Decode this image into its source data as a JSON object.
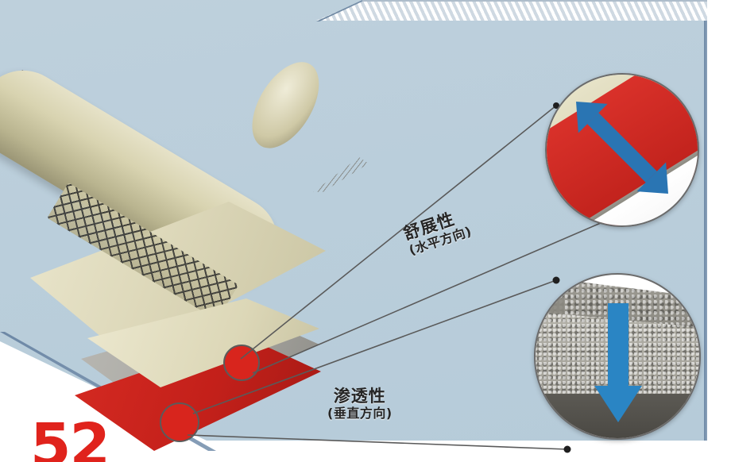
{
  "slide": {
    "page_number": "52",
    "background_color": "#bacedb",
    "accent_border_color": "#6d88a6",
    "white_color": "#ffffff"
  },
  "labels": {
    "extensibility": {
      "title": "舒展性",
      "subtitle": "(水平方向)"
    },
    "permeability": {
      "title": "渗透性",
      "subtitle": "(垂直方向)"
    }
  },
  "callouts": [
    {
      "name": "extensibility-detail",
      "arrow": "double-headed-diagonal-arrow",
      "arrow_color": "#2a75b3",
      "layers": [
        "beige",
        "red",
        "grey",
        "white"
      ]
    },
    {
      "name": "permeability-detail",
      "arrow": "down-arrow",
      "arrow_color": "#2a85c4",
      "layers": [
        "textured-aggregate-block",
        "dark-base"
      ]
    }
  ],
  "illustration": {
    "name": "rolled-geocomposite-membrane",
    "layer_colors": {
      "geotextile": "#ded9bb",
      "mesh": "#3a3a36",
      "core": "#a9a8a2",
      "membrane": "#c3201a"
    }
  },
  "decor": {
    "hatch_band": "diagonal-striped-band",
    "hatch_colors": [
      "#ffffff",
      "#cfd9e2"
    ]
  }
}
